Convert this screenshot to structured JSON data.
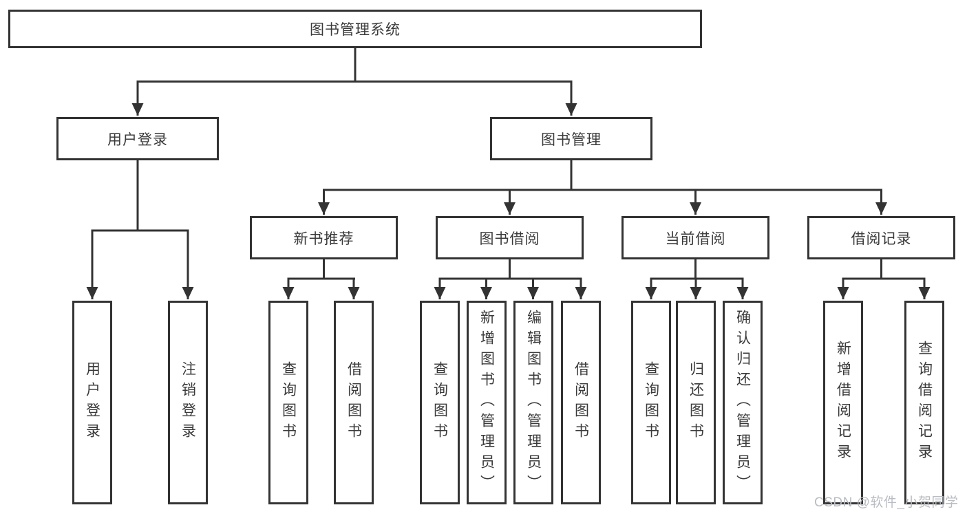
{
  "tree": {
    "root": {
      "label": "图书管理系统",
      "children": [
        {
          "label": "用户登录",
          "children": [
            {
              "label": "用户登录"
            },
            {
              "label": "注销登录"
            }
          ]
        },
        {
          "label": "图书管理",
          "children": [
            {
              "label": "新书推荐",
              "children": [
                {
                  "label": "查询图书"
                },
                {
                  "label": "借阅图书"
                }
              ]
            },
            {
              "label": "图书借阅",
              "children": [
                {
                  "label": "查询图书"
                },
                {
                  "label": "新增图书（管理员）"
                },
                {
                  "label": "编辑图书（管理员）"
                },
                {
                  "label": "借阅图书"
                }
              ]
            },
            {
              "label": "当前借阅",
              "children": [
                {
                  "label": "查询图书"
                },
                {
                  "label": "归还图书"
                },
                {
                  "label": "确认归还（管理员）"
                }
              ]
            },
            {
              "label": "借阅记录",
              "children": [
                {
                  "label": "新增借阅记录"
                },
                {
                  "label": "查询借阅记录"
                }
              ]
            }
          ]
        }
      ]
    }
  },
  "watermark": {
    "text": "CSDN @软件_小贺同学",
    "color": "#b9bcc2"
  },
  "colors": {
    "line": "#333333",
    "box_border": "#333333",
    "box_fill": "#ffffff",
    "background": "#ffffff",
    "text": "#3a3a3a"
  }
}
